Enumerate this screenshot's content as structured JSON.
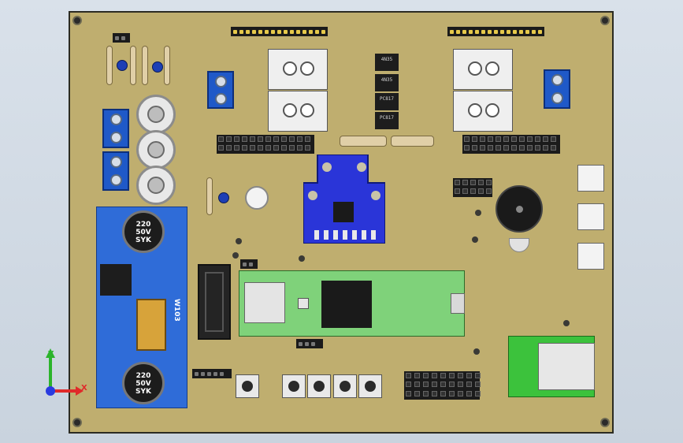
{
  "viewport": {
    "background": "#cdd6e0",
    "board_color": "#bfae6f"
  },
  "components": {
    "regulator_caps": [
      {
        "lines": [
          "220",
          "50V",
          "SYK"
        ]
      },
      {
        "lines": [
          "220",
          "50V",
          "SYK"
        ]
      }
    ],
    "optocouplers": [
      "4N35",
      "4N35",
      "PC817",
      "PC817"
    ],
    "vertical_label": "W103"
  },
  "axis": {
    "x_label": "X",
    "y_label": "Y",
    "x_color": "#e02a2a",
    "y_color": "#2bb42b",
    "z_color": "#2a3be0"
  },
  "icons": [
    "axis-triad-icon"
  ]
}
